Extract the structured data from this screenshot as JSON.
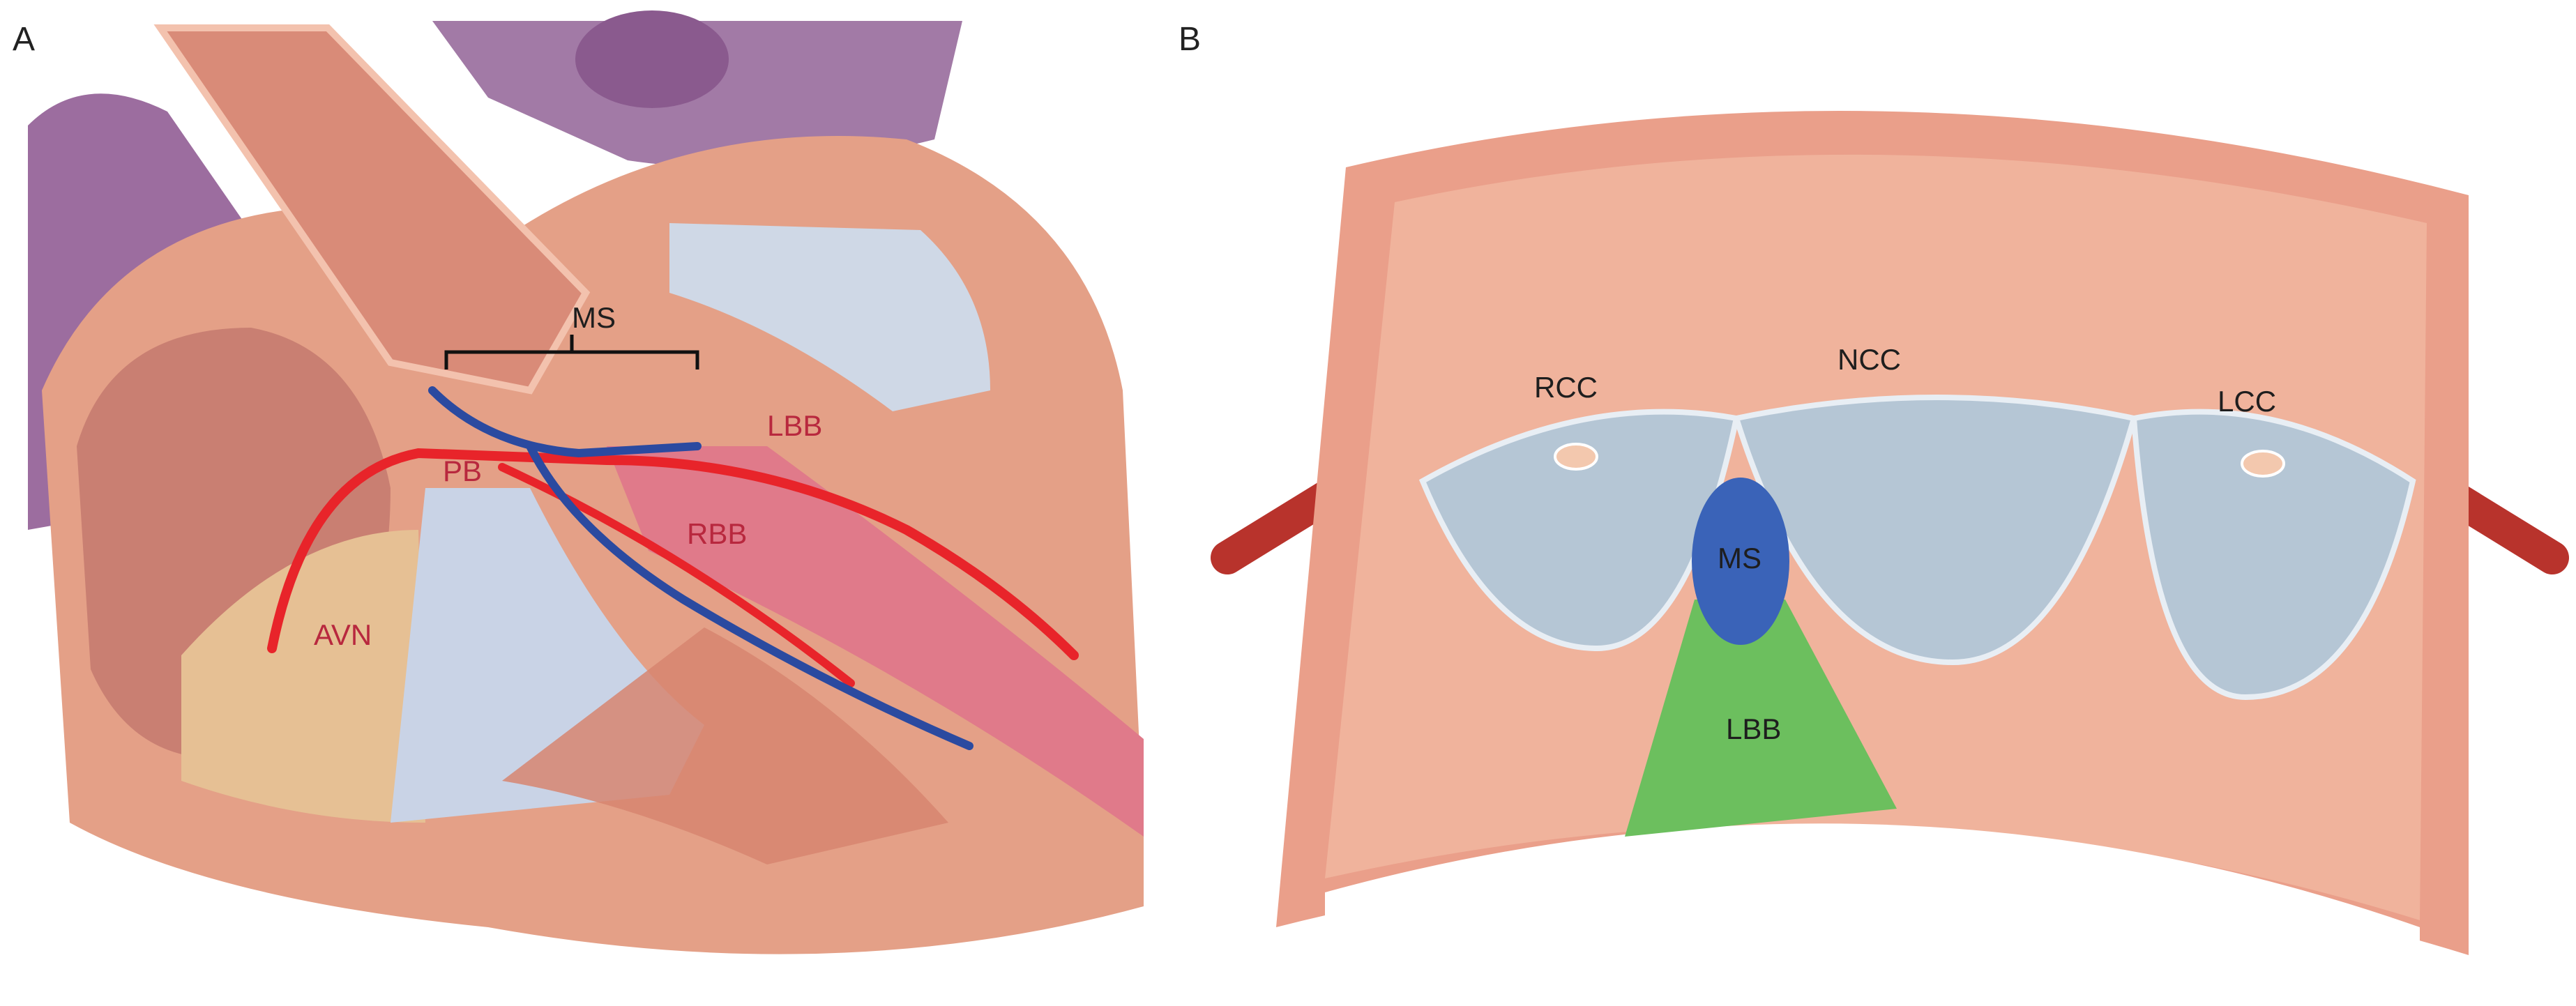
{
  "panels": {
    "a": {
      "letter": "A",
      "labels": {
        "ms": "MS",
        "lbb": "LBB",
        "pb": "PB",
        "rbb": "RBB",
        "avn": "AVN"
      }
    },
    "b": {
      "letter": "B",
      "labels": {
        "rcc": "RCC",
        "ncc": "NCC",
        "lcc": "LCC",
        "ms": "MS",
        "lbb": "LBB"
      }
    }
  },
  "colors": {
    "conduction_red": "#e8242a",
    "conduction_blue": "#2b4aa0",
    "ms_blue": "#3a63b8",
    "lbb_green": "#6cbf5e",
    "muscle": "#e9a48a",
    "atrium_purple": "#a87aa8",
    "valve_gray": "#b9c8d6"
  }
}
